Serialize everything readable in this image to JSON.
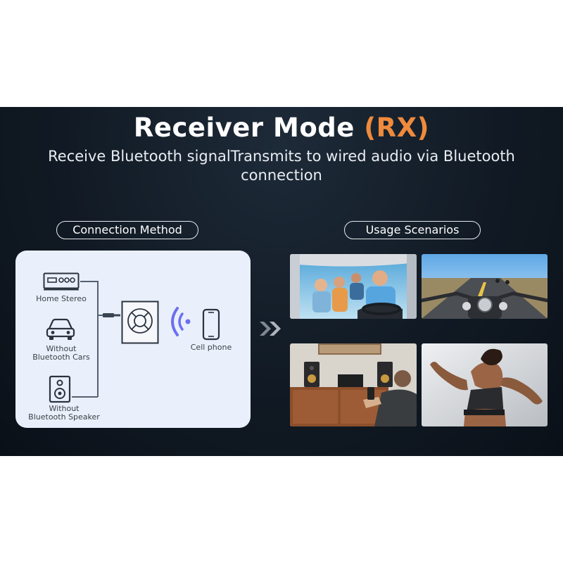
{
  "header": {
    "title_main": "Receiver Mode",
    "title_accent": "(RX)",
    "subtitle": "Receive Bluetooth signalTransmits to wired audio via Bluetooth connection"
  },
  "sections": {
    "connection_label": "Connection Method",
    "usage_label": "Usage Scenarios"
  },
  "connection": {
    "devices": [
      {
        "label": "Home Stereo",
        "icon": "stereo-icon"
      },
      {
        "label_line1": "Without",
        "label_line2": "Bluetooth Cars",
        "icon": "car-icon"
      },
      {
        "label_line1": "Without",
        "label_line2": "Bluetooth Speaker",
        "icon": "speaker-icon"
      }
    ],
    "receiver_icon": "receiver-icon",
    "signal_icon": "bluetooth-signal-icon",
    "phone": {
      "label": "Cell phone",
      "icon": "phone-icon"
    }
  },
  "colors": {
    "accent": "#f08a3c",
    "banner_bg": "#111a24",
    "panel_bg": "#eaf0fb",
    "signal": "#6a6ff0"
  },
  "scenarios": [
    {
      "name": "car-trip-photo"
    },
    {
      "name": "motorcycle-photo"
    },
    {
      "name": "home-audio-photo"
    },
    {
      "name": "running-photo"
    }
  ]
}
